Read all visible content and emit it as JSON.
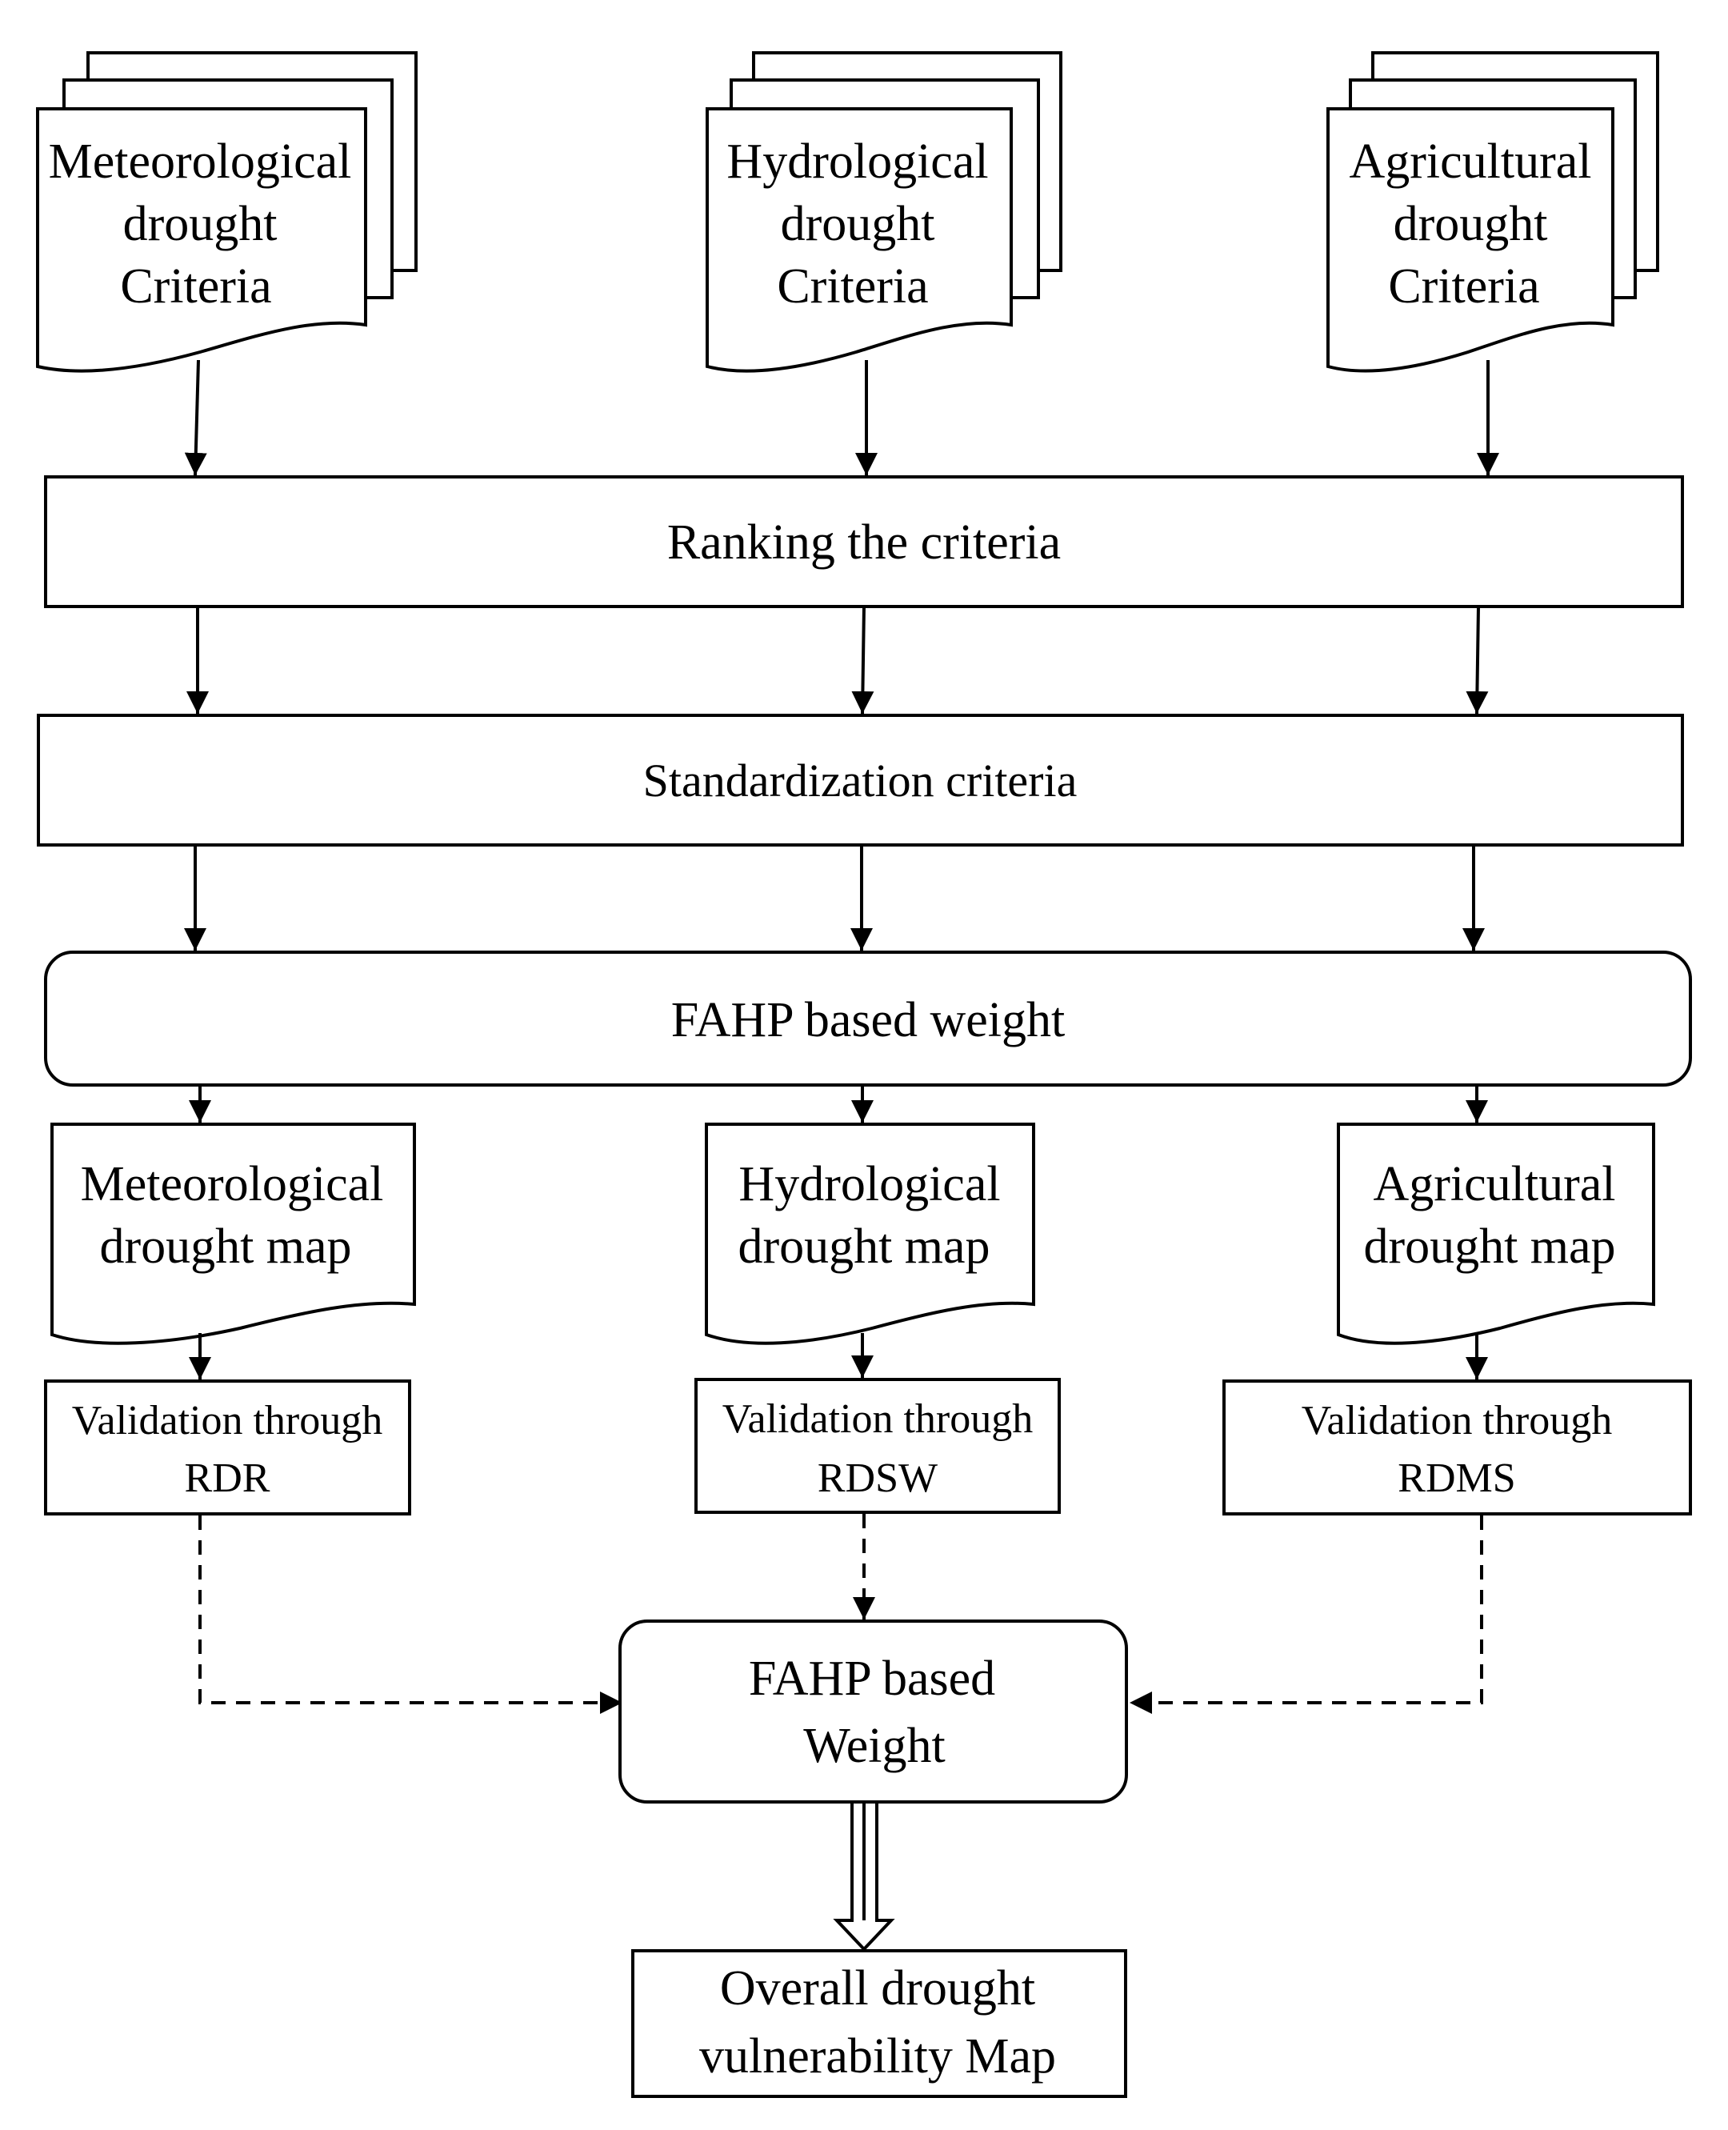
{
  "criteria": {
    "meteorological": [
      "Meteorological",
      "drought",
      "Criteria"
    ],
    "hydrological": [
      "Hydrological",
      "drought",
      "Criteria"
    ],
    "agricultural": [
      "Agricultural",
      "drought",
      "Criteria"
    ]
  },
  "steps": {
    "ranking": "Ranking the criteria",
    "standardization": "Standardization criteria",
    "fahp_weight": "FAHP based weight"
  },
  "maps": {
    "meteorological": [
      "Meteorological",
      "drought map"
    ],
    "hydrological": [
      "Hydrological",
      "drought map"
    ],
    "agricultural": [
      "Agricultural",
      "drought map"
    ]
  },
  "validation": {
    "rdr": [
      "Validation through",
      "RDR"
    ],
    "rdsw": [
      "Validation through",
      "RDSW"
    ],
    "rdms": [
      "Validation through",
      "RDMS"
    ]
  },
  "final_weight": [
    "FAHP based",
    "Weight"
  ],
  "output": [
    "Overall drought",
    "vulnerability Map"
  ]
}
